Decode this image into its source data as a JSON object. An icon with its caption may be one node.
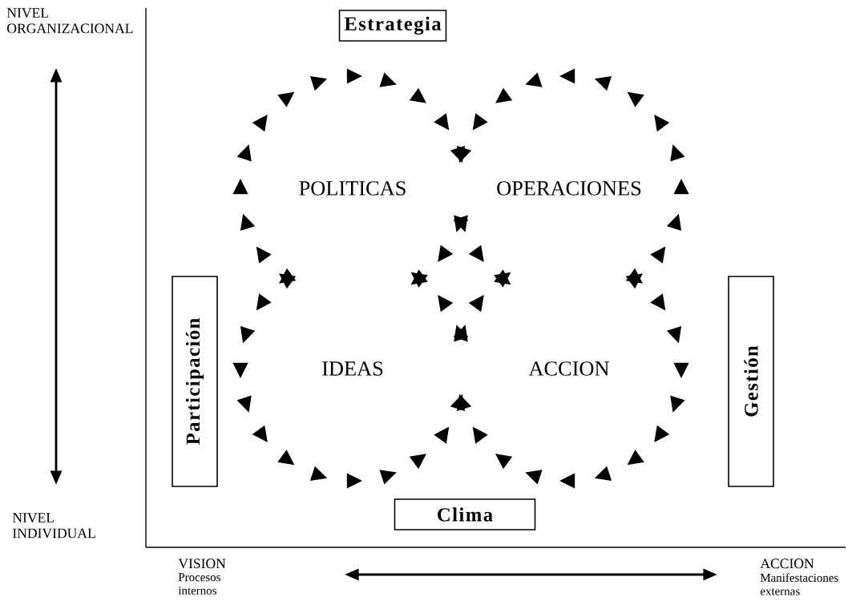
{
  "diagram": {
    "nodes": [
      {
        "text": [
          "Estrategia"
        ]
      },
      {
        "text": [
          "POLITICAS"
        ]
      },
      {
        "text": [
          "OPERACIONES"
        ]
      },
      {
        "text": [
          "Participación"
        ]
      },
      {
        "text": [
          "Gestión"
        ]
      },
      {
        "text": [
          "IDEAS"
        ]
      },
      {
        "text": [
          "ACCION"
        ]
      },
      {
        "text": [
          "Clima"
        ]
      }
    ],
    "labels": [
      "NIVEL ORGANIZACIONAL",
      "NIVEL INDIVIDUAL",
      "VISION",
      "Procesos internos",
      "ACCION",
      "Manifestaciones externas"
    ]
  }
}
